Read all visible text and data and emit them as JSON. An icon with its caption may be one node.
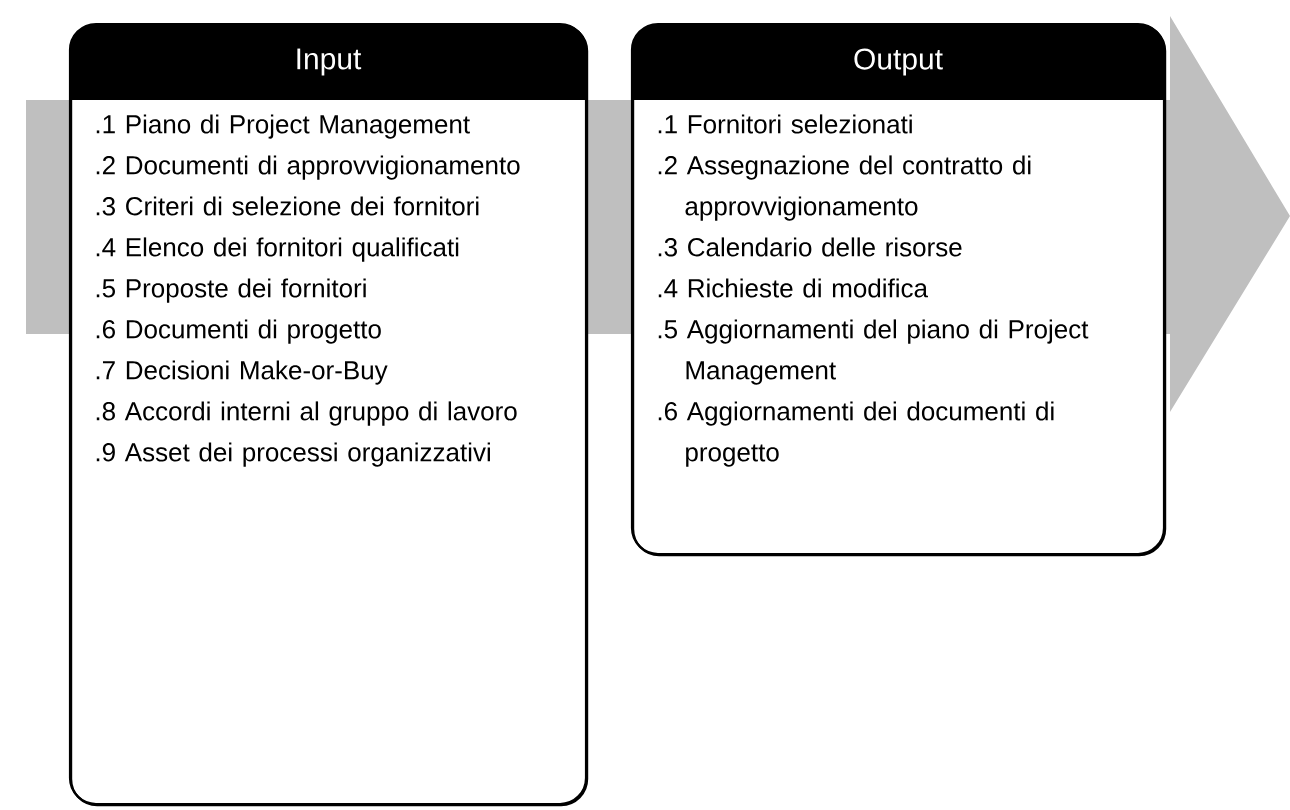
{
  "diagram": {
    "nodes": [
      {
        "text": [
          "Input",
          ".1 Piano di Project Management",
          ".2 Documenti di approvvigionamento",
          ".3 Criteri di selezione dei fornitori",
          ".4 Elenco dei fornitori qualificati",
          ".5 Proposte dei fornitori",
          ".6 Documenti di progetto",
          ".7 Decisioni Make-or-Buy",
          ".8 Accordi interni al gruppo di lavoro",
          ".9 Asset dei processi organizzativi"
        ]
      },
      {
        "text": [
          "Output",
          ".1 Fornitori selezionati",
          ".2 Assegnazione del contratto di approvvigionamento",
          ".3 Calendario delle risorse",
          ".4 Richieste di modifica",
          ".5 Aggiornamenti del piano di Project Management",
          ".6 Aggiornamenti dei documenti di progetto"
        ]
      }
    ]
  }
}
